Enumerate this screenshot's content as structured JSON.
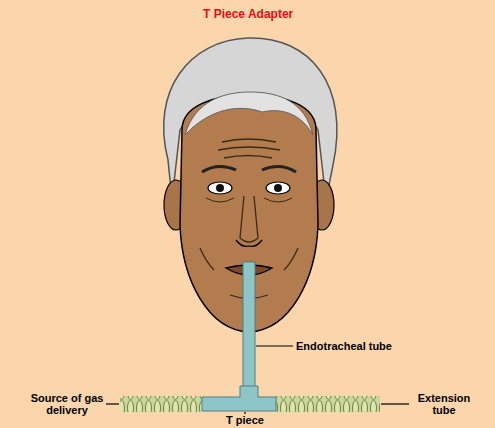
{
  "diagram": {
    "title": "T Piece Adapter",
    "labels": [
      "Endotracheal tube",
      "Source of gas delivery",
      "T piece",
      "Extension tube"
    ]
  }
}
